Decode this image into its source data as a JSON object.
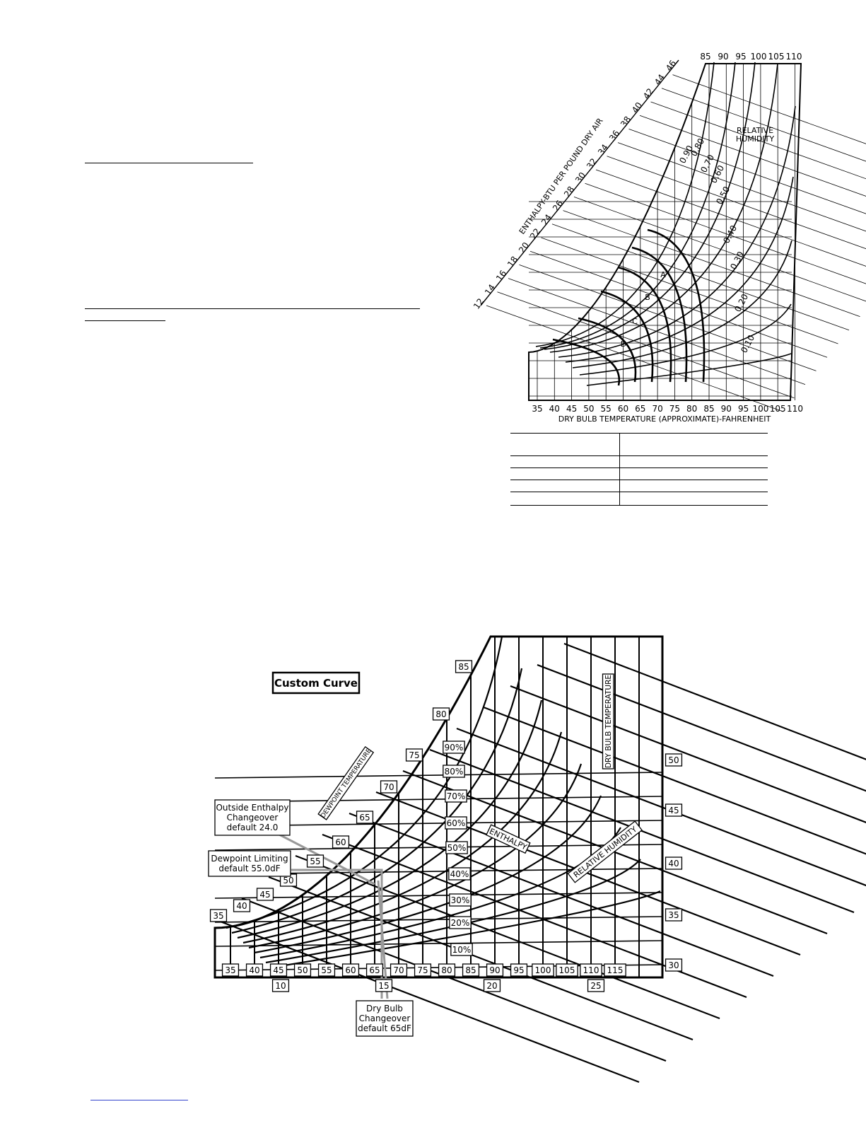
{
  "psychro_chart": {
    "enthalpy_axis_label": "ENTHALPY-BTU PER POUND DRY AIR",
    "enthalpy_ticks": [
      "12",
      "14",
      "16",
      "18",
      "20",
      "22",
      "24",
      "26",
      "28",
      "30",
      "32",
      "34",
      "36",
      "38",
      "40",
      "42",
      "44",
      "46"
    ],
    "top_drybulb_ticks": [
      "85",
      "90",
      "95",
      "100",
      "105",
      "110"
    ],
    "bottom_drybulb_ticks": [
      "35",
      "40",
      "45",
      "50",
      "55",
      "60",
      "65",
      "70",
      "75",
      "80",
      "85",
      "90",
      "95",
      "100",
      "105",
      "110"
    ],
    "x_axis_label": "DRY BULB TEMPERATURE (APPROXIMATE)-FAHRENHEIT",
    "rh_label_line1": "RELATIVE",
    "rh_label_line2": "HUMIDITY",
    "rh_values": [
      "0.90",
      "0.80",
      "0.70",
      "0.60",
      "0.50",
      "0.40",
      "0.30",
      "0.20",
      "0.10"
    ],
    "curve_letters": [
      "A",
      "B",
      "C",
      "D"
    ]
  },
  "custom_curve_chart": {
    "title": "Custom Curve",
    "dewpoint_label": "DEWPOINT TEMPERATURE",
    "drybulb_label": "DRY BULB TEMPERATURE",
    "enthalpy_label": "ENTHALPY",
    "rh_label": "RELATIVE HUMIDITY",
    "dewpoint_boxes": [
      "35",
      "40",
      "45",
      "50",
      "55",
      "60",
      "65",
      "70",
      "75",
      "80",
      "85"
    ],
    "rh_boxes": [
      "90%",
      "80%",
      "70%",
      "60%",
      "50%",
      "40%",
      "30%",
      "20%",
      "10%"
    ],
    "right_boxes": [
      "50",
      "45",
      "40",
      "35",
      "30"
    ],
    "bottom_drybulb_boxes": [
      "35",
      "40",
      "45",
      "50",
      "55",
      "60",
      "65",
      "70",
      "75",
      "80",
      "85",
      "90",
      "95",
      "100",
      "105",
      "110",
      "115"
    ],
    "bottom_enthalpy_boxes": [
      "10",
      "15",
      "20",
      "25"
    ],
    "callout_enthalpy": [
      "Outside Enthalpy",
      "Changeover",
      "default 24.0"
    ],
    "callout_dewpoint": [
      "Dewpoint Limiting",
      "default 55.0dF"
    ],
    "callout_drybulb": [
      "Dry Bulb",
      "Changeover",
      "default 65dF"
    ]
  }
}
